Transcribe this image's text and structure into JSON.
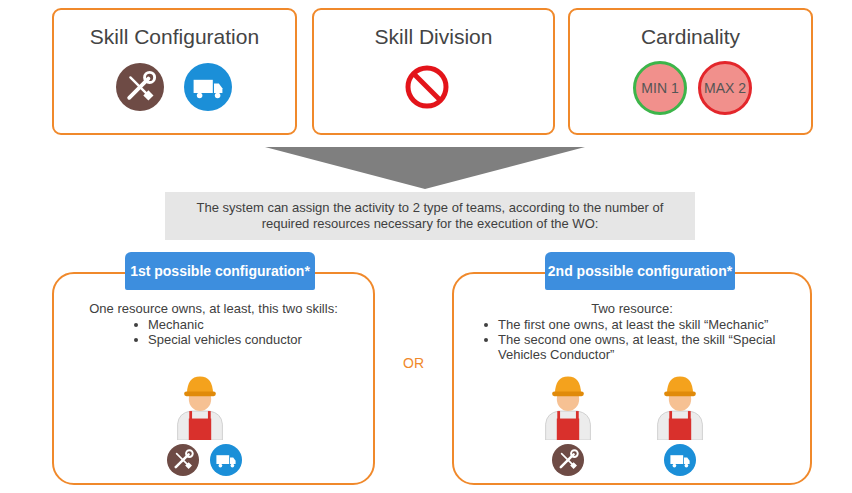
{
  "diagram": {
    "nodes": [
      {
        "text": [
          "Skill Configuration"
        ]
      },
      {
        "text": [
          "Skill Division"
        ]
      },
      {
        "text": [
          "Cardinality"
        ]
      },
      {
        "text": [
          "MIN 1"
        ],
        "in": 2
      },
      {
        "text": [
          "MAX 2"
        ],
        "in": 2
      },
      {
        "text": [
          "The system can assign the activity to 2 type of teams, according to the number of required resources necessary for the execution of the WO:"
        ]
      },
      {
        "text": [
          "One resource owns, at least, this two skills:",
          "Mechanic",
          "Special vehicles conductor"
        ]
      },
      {
        "text": [
          "1st possible configuration*"
        ],
        "in": 6
      },
      {
        "text": [
          "Two resource:",
          "The first one owns, at least the skill “Mechanic”",
          "The second one owns, at least, the skill “Special Vehicles Conductor”"
        ]
      },
      {
        "text": [
          "2nd possible configuration*"
        ],
        "in": 8
      }
    ],
    "labels": [
      "OR"
    ]
  }
}
